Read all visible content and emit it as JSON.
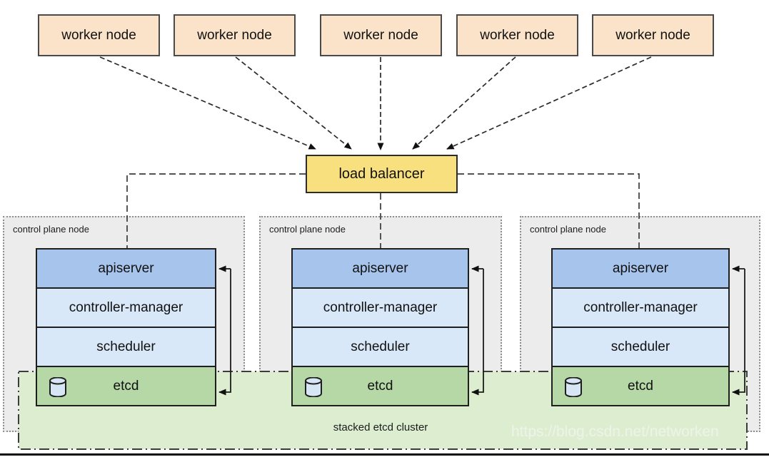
{
  "workers": {
    "items": [
      {
        "label": "worker node"
      },
      {
        "label": "worker node"
      },
      {
        "label": "worker node"
      },
      {
        "label": "worker node"
      },
      {
        "label": "worker node"
      }
    ]
  },
  "load_balancer": {
    "label": "load balancer"
  },
  "control_planes": [
    {
      "label": "control plane node",
      "components": [
        {
          "label": "apiserver"
        },
        {
          "label": "controller-manager"
        },
        {
          "label": "scheduler"
        },
        {
          "label": "etcd",
          "icon": "database-icon"
        }
      ]
    },
    {
      "label": "control plane node",
      "components": [
        {
          "label": "apiserver"
        },
        {
          "label": "controller-manager"
        },
        {
          "label": "scheduler"
        },
        {
          "label": "etcd",
          "icon": "database-icon"
        }
      ]
    },
    {
      "label": "control plane node",
      "components": [
        {
          "label": "apiserver"
        },
        {
          "label": "controller-manager"
        },
        {
          "label": "scheduler"
        },
        {
          "label": "etcd",
          "icon": "database-icon"
        }
      ]
    }
  ],
  "cluster_region": {
    "label": "stacked etcd cluster"
  },
  "watermark": {
    "text": "https://blog.csdn.net/networken"
  },
  "colors": {
    "worker_fill": "#fae3c8",
    "lb_fill": "#f8e07f",
    "apiserver_fill": "#a7c4ec",
    "component_fill": "#d9e8f8",
    "etcd_fill": "#b6d7a6",
    "region_fill": "#ddeed0",
    "node_fill": "#ececec",
    "cylinder_fill": "#d7e6f5",
    "line_color": "#2a2a2a"
  }
}
